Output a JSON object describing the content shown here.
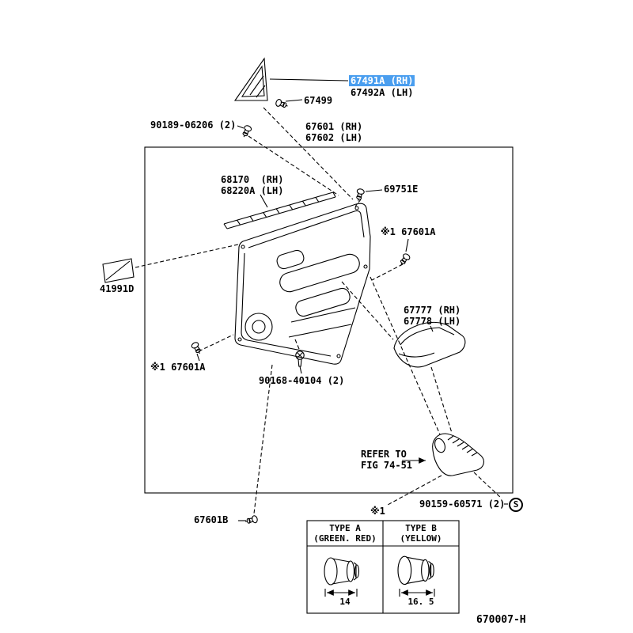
{
  "colors": {
    "highlight_bg": "#4a9eef",
    "highlight_text": "#ffffff",
    "line": "#000000",
    "background": "#ffffff"
  },
  "figure": {
    "number": "670007-H"
  },
  "parts": {
    "p67491a": "67491A (RH)",
    "p67492a": "67492A (LH)",
    "p67499": "67499",
    "p90189": "90189-06206 (2)",
    "p67601": "67601 (RH)",
    "p67602": "67602 (LH)",
    "p68170": "68170  (RH)",
    "p68220a": "68220A (LH)",
    "p69751e": "69751E",
    "p67601a_upper": "※1 67601A",
    "p41991d": "41991D",
    "p67777": "67777 (RH)",
    "p67778": "67778 (LH)",
    "p67601a_lower": "※1 67601A",
    "p90168": "90168-40104 (2)",
    "p90159": "90159-60571 (2)",
    "p67601b": "67601B",
    "s_symbol": "S"
  },
  "notes": {
    "refer_line1": "REFER TO",
    "refer_line2": "FIG 74-51",
    "table_ref": "※1"
  },
  "table": {
    "type_a": {
      "title": "TYPE A",
      "subtitle": "(GREEN. RED)",
      "dimension": "14"
    },
    "type_b": {
      "title": "TYPE B",
      "subtitle": "(YELLOW)",
      "dimension": "16. 5"
    }
  }
}
